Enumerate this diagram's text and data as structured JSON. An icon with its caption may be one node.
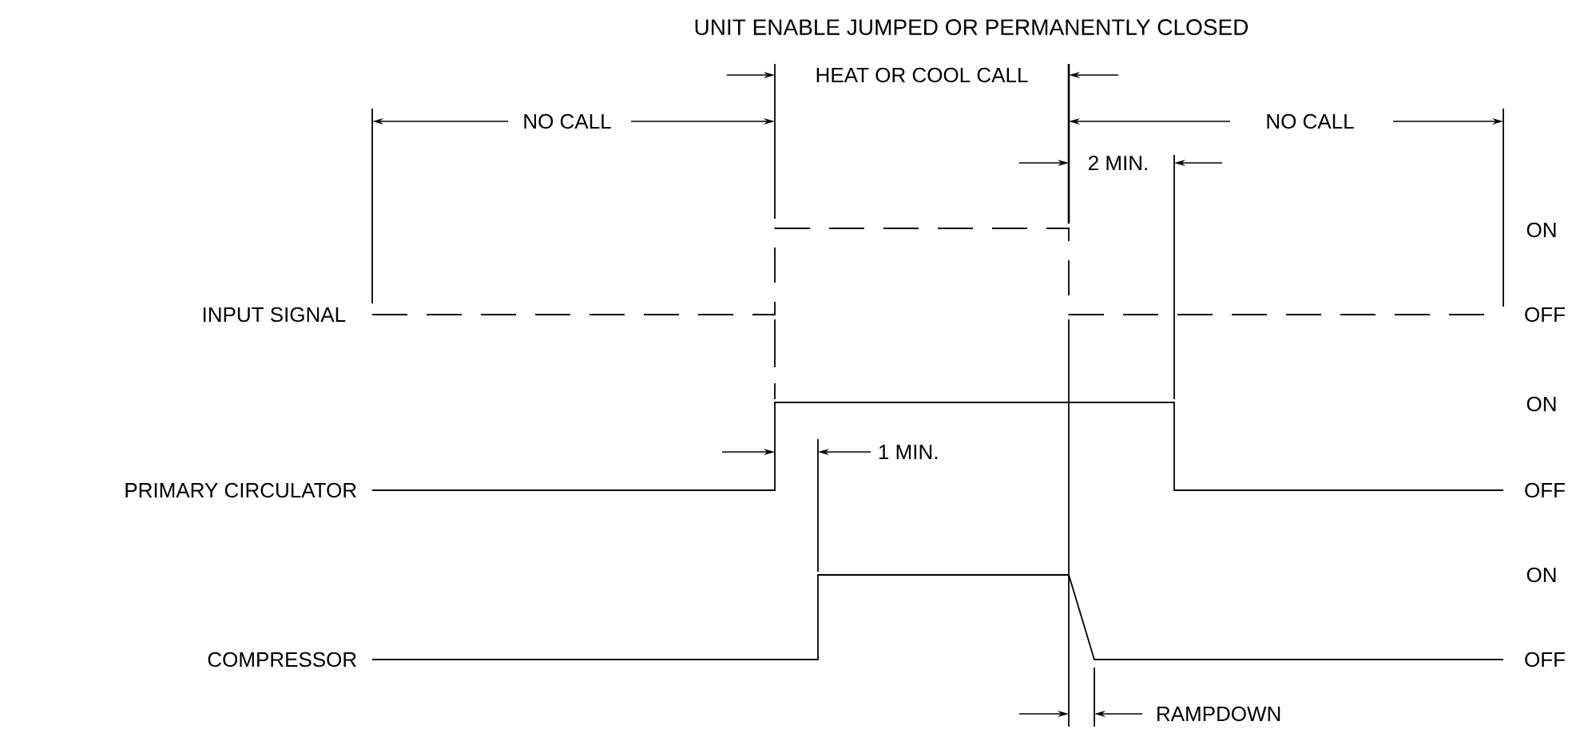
{
  "diagram": {
    "title": "UNIT ENABLE JUMPED OR PERMANENTLY CLOSED",
    "labels": [
      "HEAT OR COOL CALL",
      "NO CALL",
      "NO CALL",
      "2 MIN.",
      "ON",
      "INPUT SIGNAL",
      "OFF",
      "ON",
      "1 MIN.",
      "PRIMARY CIRCULATOR",
      "OFF",
      "ON",
      "COMPRESSOR",
      "OFF",
      "RAMPDOWN"
    ]
  }
}
